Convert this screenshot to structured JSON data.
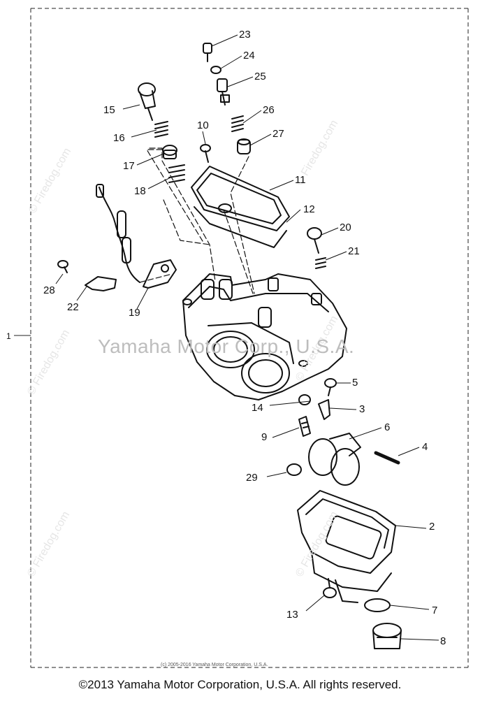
{
  "watermarks": {
    "side": "© Firedog.com",
    "center": "Yamaha Motor Corp., U.S.A."
  },
  "callouts": [
    "23",
    "24",
    "25",
    "26",
    "27",
    "15",
    "16",
    "10",
    "17",
    "18",
    "11",
    "12",
    "20",
    "21",
    "28",
    "22",
    "19",
    "1",
    "5",
    "14",
    "3",
    "6",
    "9",
    "4",
    "29",
    "2",
    "13",
    "7",
    "8"
  ],
  "small_copyright": "(c) 2005-2016 Yamaha Motor Corporation, U.S.A.",
  "footer": "©2013 Yamaha Motor Corporation, U.S.A. All rights reserved."
}
